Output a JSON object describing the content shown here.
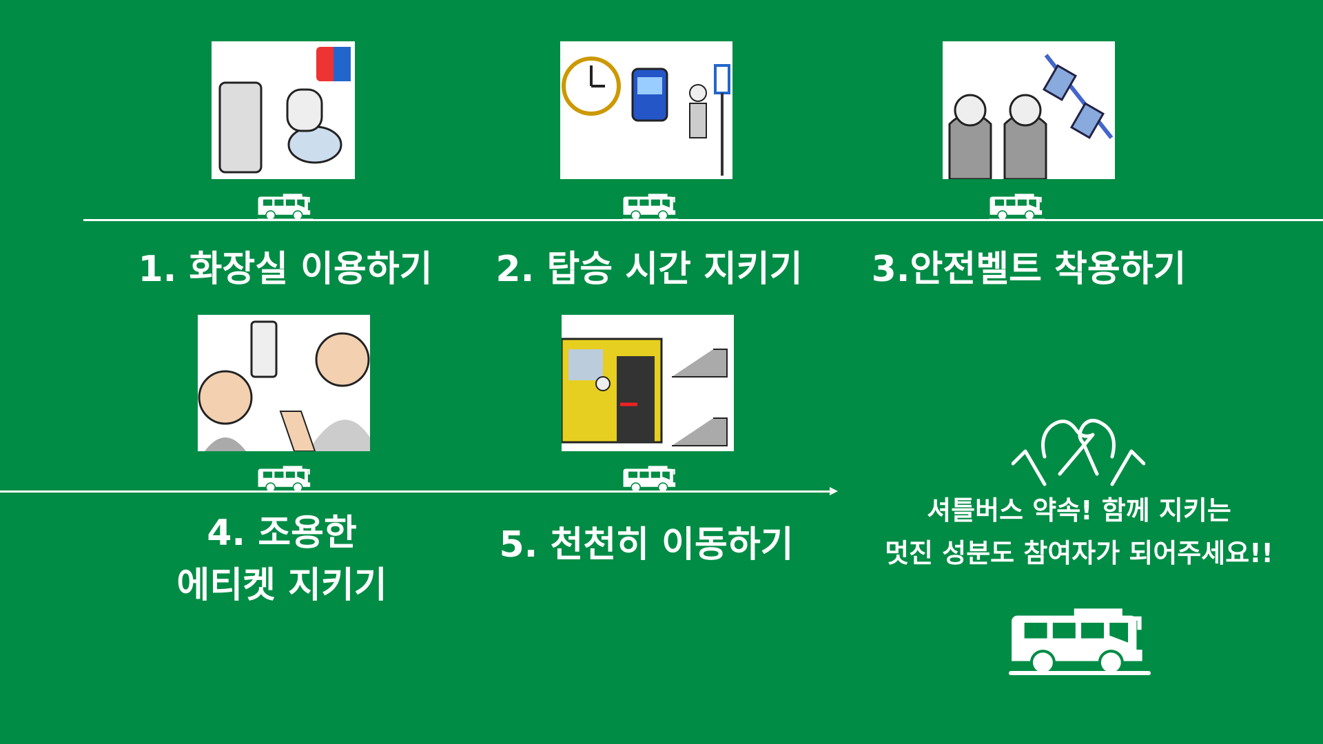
{
  "steps": [
    {
      "label": "1. 화장실 이용하기",
      "icon": "restroom-pictogram"
    },
    {
      "label": "2. 탑승 시간 지키기",
      "icon": "boarding-time-pictogram"
    },
    {
      "label": "3.안전벨트 착용하기",
      "icon": "seatbelt-pictogram"
    },
    {
      "label_line1": "4. 조용한",
      "label_line2": "에티켓 지키기",
      "icon": "quiet-etiquette-pictogram"
    },
    {
      "label": "5. 천천히 이동하기",
      "icon": "move-slowly-pictogram"
    }
  ],
  "message": {
    "line1": "셔틀버스 약속! 함께 지키는",
    "line2": "멋진 성분도 참여자가 되어주세요!!"
  },
  "colors": {
    "background": "#008c45",
    "foreground": "#ffffff"
  }
}
